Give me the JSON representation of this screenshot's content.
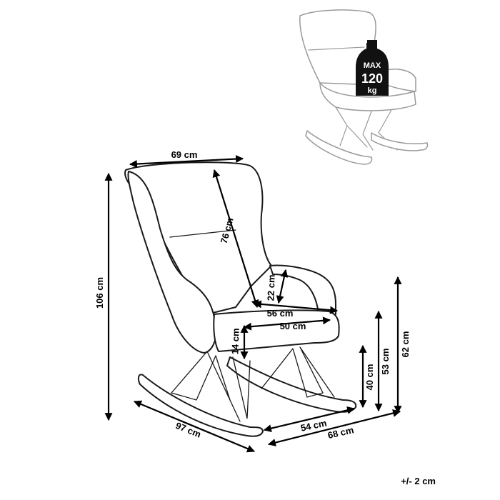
{
  "dimensions": {
    "width_top": "69 cm",
    "back_height": "76 cm",
    "total_height": "106 cm",
    "armrest_height": "22 cm",
    "seat_width_outer": "56 cm",
    "seat_width_inner": "50 cm",
    "seat_thickness": "14 cm",
    "seat_height": "40 cm",
    "seat_top_height": "53 cm",
    "arm_height": "62 cm",
    "depth_total": "97 cm",
    "depth_base": "54 cm",
    "width_base": "68 cm"
  },
  "badge": {
    "line1": "MAX",
    "line2": "120",
    "line3": "kg"
  },
  "tolerance": "+/- 2 cm"
}
